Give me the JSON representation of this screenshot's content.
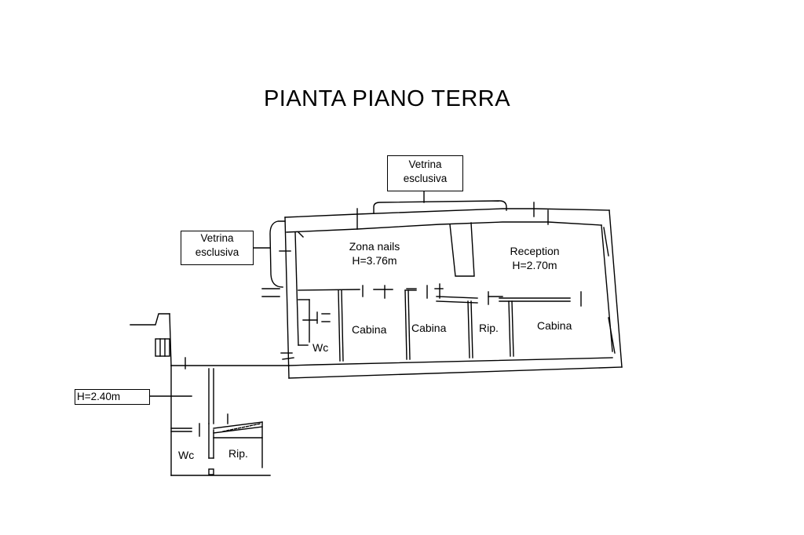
{
  "title": "PIANTA PIANO TERRA",
  "callouts": {
    "vetrina_top": {
      "line1": "Vetrina",
      "line2": "esclusiva"
    },
    "vetrina_left": {
      "line1": "Vetrina",
      "line2": "esclusiva"
    },
    "height_annex": "H=2.40m"
  },
  "rooms": {
    "zona_nails": {
      "name": "Zona nails",
      "height": "H=3.76m"
    },
    "reception": {
      "name": "Reception",
      "height": "H=2.70m"
    },
    "wc_main": "Wc",
    "cabina_1": "Cabina",
    "cabina_2": "Cabina",
    "rip_main": "Rip.",
    "cabina_3": "Cabina",
    "wc_annex": "Wc",
    "rip_annex": "Rip."
  }
}
